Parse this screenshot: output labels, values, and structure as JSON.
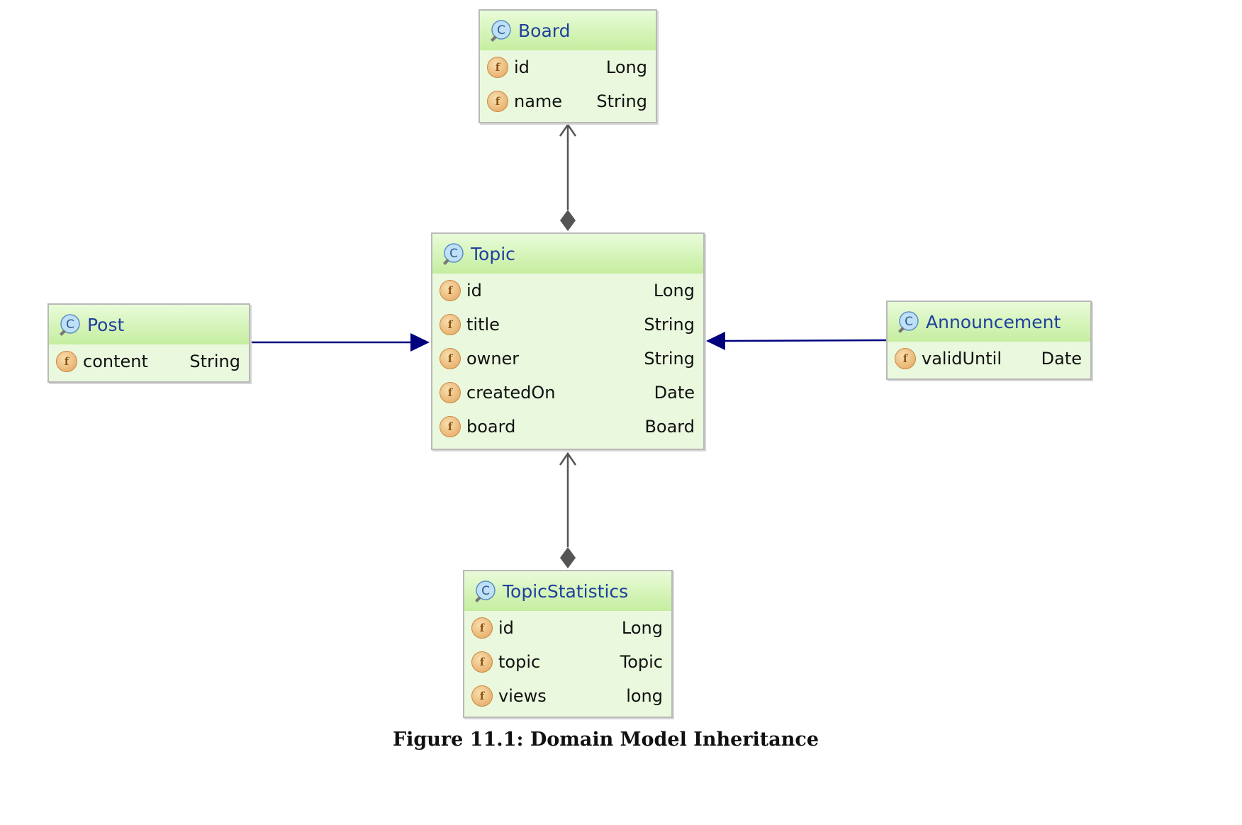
{
  "classes": {
    "board": {
      "name": "Board",
      "fields": [
        {
          "name": "id",
          "type": "Long"
        },
        {
          "name": "name",
          "type": "String"
        }
      ]
    },
    "topic": {
      "name": "Topic",
      "fields": [
        {
          "name": "id",
          "type": "Long"
        },
        {
          "name": "title",
          "type": "String"
        },
        {
          "name": "owner",
          "type": "String"
        },
        {
          "name": "createdOn",
          "type": "Date"
        },
        {
          "name": "board",
          "type": "Board"
        }
      ]
    },
    "post": {
      "name": "Post",
      "fields": [
        {
          "name": "content",
          "type": "String"
        }
      ]
    },
    "announcement": {
      "name": "Announcement",
      "fields": [
        {
          "name": "validUntil",
          "type": "Date"
        }
      ]
    },
    "topicstatistics": {
      "name": "TopicStatistics",
      "fields": [
        {
          "name": "id",
          "type": "Long"
        },
        {
          "name": "topic",
          "type": "Topic"
        },
        {
          "name": "views",
          "type": "long"
        }
      ]
    }
  },
  "relations": [
    {
      "from": "Topic",
      "to": "Board",
      "kind": "composition"
    },
    {
      "from": "TopicStatistics",
      "to": "Topic",
      "kind": "composition"
    },
    {
      "from": "Post",
      "to": "Topic",
      "kind": "inheritance"
    },
    {
      "from": "Announcement",
      "to": "Topic",
      "kind": "inheritance"
    }
  ],
  "colors": {
    "class_name": "#1f3f9e",
    "inheritance_line": "#00007f",
    "composition_line": "#555555",
    "class_fill": "#eaf8de",
    "header_fill": "#c5ee9f"
  },
  "icons": {
    "class_icon": "class-c-icon",
    "field_icon": "field-f-icon"
  },
  "caption": "Figure 11.1: Domain Model Inheritance"
}
